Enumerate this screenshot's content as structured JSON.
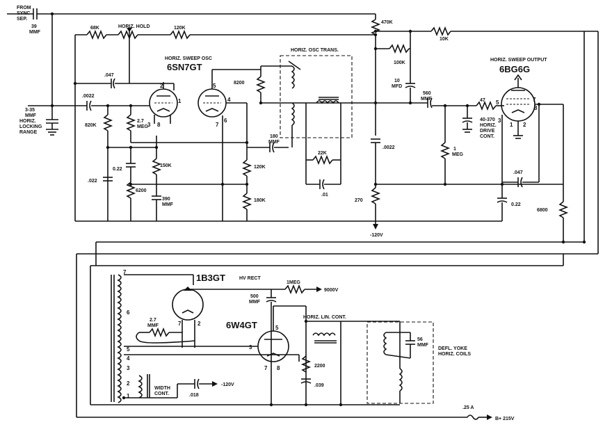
{
  "labels": {
    "from_sync": "FROM",
    "from_sync2": "SYNC",
    "from_sync3": "SEP.",
    "c39": "39",
    "c39u": "MMF",
    "r68k": "68K",
    "horiz_hold": "HORIZ. HOLD",
    "r120k_top": "120K",
    "r470k": "470K",
    "r10k": "10K",
    "c047_top": ".047",
    "sweep_osc": "HORIZ. SWEEP OSC",
    "tube_6sn7": "6SN7GT",
    "osc_trans": "HORIZ. OSC TRANS.",
    "r100k": "100K",
    "c10mfd": "10",
    "c10mfd_u": "MFD",
    "sweep_out": "HORIZ. SWEEP OUTPUT",
    "tube_6bg6": "6BG6G",
    "c3_35": "3-35",
    "c3_35u": "MMF",
    "locking1": "HORIZ.",
    "locking2": "LOCKING",
    "locking3": "RANGE",
    "c0022_a": ".0022",
    "r820k": "820K",
    "r27meg_a": "2.7",
    "r27meg_b": "MEG",
    "r8200_a": "8200",
    "c560": "560",
    "c560u": "MMF",
    "r47": "47",
    "c40_370a": "40-370",
    "c40_370b": "HORIZ.",
    "c40_370c": "DRIVE",
    "c40_370d": "CONT.",
    "r1meg_a": "1",
    "r1meg_b": "MEG",
    "c180": "180",
    "c180u": "MMF",
    "r22k": "22K",
    "c0022_b": ".0022",
    "c022": ".022",
    "c022b": "0.22",
    "r150k": "150K",
    "r6200": "6200",
    "c390": "390",
    "c390u": "MMF",
    "r120k_mid": "120K",
    "r180k": "180K",
    "c01": ".01",
    "r270": "270",
    "neg120": "-120V",
    "c047_b": ".047",
    "c022_c": "0.22",
    "r6800": "6800",
    "tube_1b3": "1B3GT",
    "hv_rect": "HV RECT",
    "r1meg_hv": "1MEG",
    "v9000": "9000V",
    "c500": "500",
    "c500u": "MMF",
    "c27mmf_a": "2.7",
    "c27mmf_b": "MMF",
    "tube_6w4": "6W4GT",
    "lin_cont": "HORIZ. LIN. CONT.",
    "r2200": "2200",
    "c039": ".039",
    "width_a": "WIDTH",
    "width_b": "CONT.",
    "c018": ".018",
    "neg120b": "-120V",
    "c56": "56",
    "c56u": "MMF",
    "yoke_a": "DEFL. YOKE",
    "yoke_b": "HORIZ. COILS",
    "fuse": ".25 A",
    "bplus": "B+ 215V"
  },
  "pins": [
    "2",
    "1",
    "3",
    "8",
    "5",
    "4",
    "7",
    "6",
    "5",
    "3",
    "1",
    "2",
    "7",
    "8",
    "7",
    "6",
    "5",
    "4",
    "3",
    "2",
    "1",
    "7",
    "2",
    "5",
    "3",
    "7",
    "8"
  ]
}
